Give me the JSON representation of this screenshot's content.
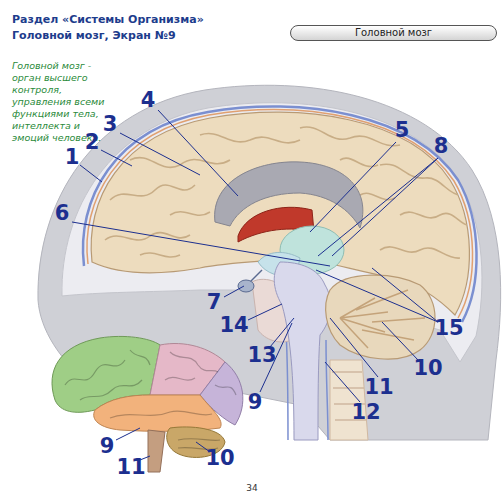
{
  "diagram": {
    "title": "Раздел «Системы Организма» Головной мозг, Экран №9",
    "nodes": [
      {
        "text": [
          "Головной мозг"
        ]
      }
    ],
    "labels": [
      "Головной мозг - орган высшего контроля, управления всеми функциями тела, интеллекта и эмоций человека.",
      "4",
      "5",
      "3",
      "2",
      "8",
      "1",
      "6",
      "7",
      "14",
      "15",
      "13",
      "10",
      "11",
      "9",
      "12",
      "9",
      "10",
      "11",
      "34"
    ]
  }
}
